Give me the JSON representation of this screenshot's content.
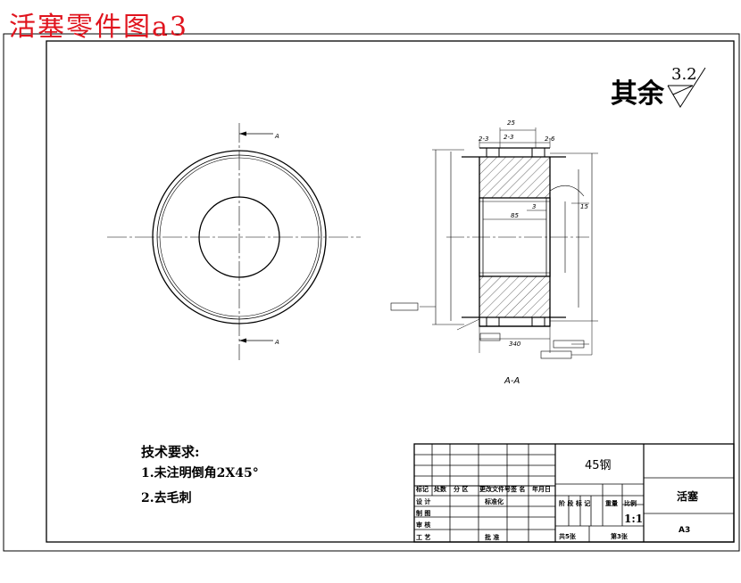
{
  "drawing": {
    "title": "活塞零件图a3",
    "roughness_label": "其余",
    "roughness_value": "3.2",
    "section_label": "A-A",
    "section_marker_top": "A",
    "section_marker_bottom": "A"
  },
  "dimensions": {
    "top_width": "25",
    "left_chamfer": "2-3",
    "mid_chamfer": "2-3",
    "right_chamfer": "2-6",
    "bore_depth": "85",
    "step": "3",
    "chamfer_right": "15",
    "overall_length": "340"
  },
  "tech_requirements": {
    "title": "技术要求:",
    "items": [
      "1.未注明倒角2X45°",
      "2.去毛刺"
    ]
  },
  "title_block": {
    "material": "45钢",
    "part_name": "活塞",
    "scale_label": "比例",
    "scale_value": "1:1",
    "weight_label": "重量",
    "stage_label": "阶 段 标 记",
    "sheet_size": "A3",
    "total_sheets": "共5张",
    "sheet_no": "第3张",
    "headers": [
      "标记",
      "处数",
      "分 区",
      "更改文件号",
      "签 名",
      "年月日"
    ],
    "roles": [
      "设 计",
      "制 图",
      "审 核",
      "工 艺"
    ],
    "standardization": "标准化",
    "approval": "批 准"
  }
}
